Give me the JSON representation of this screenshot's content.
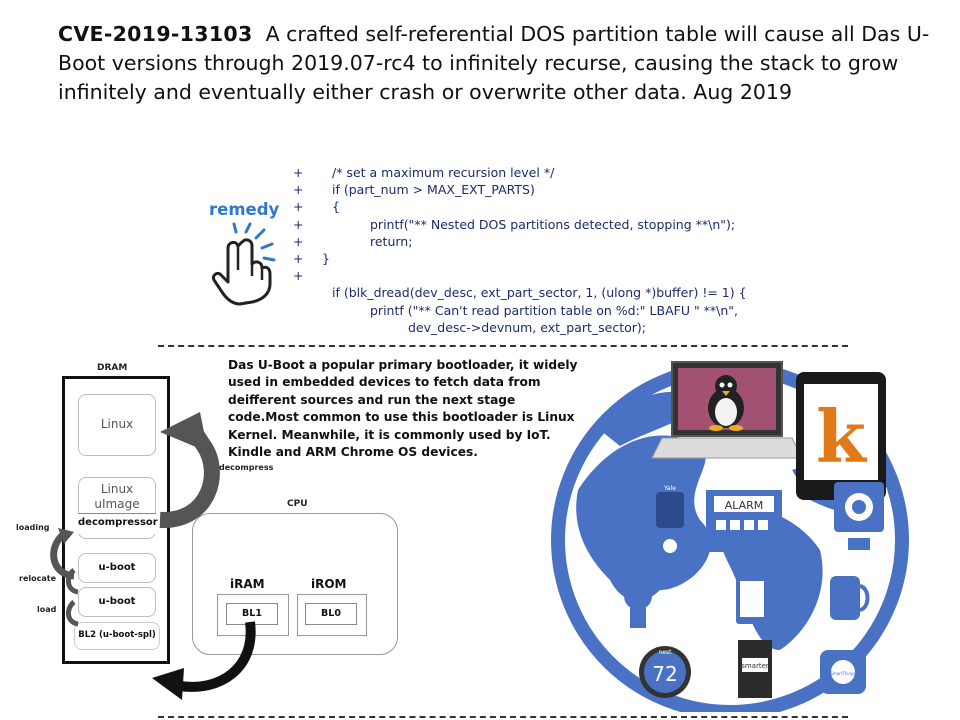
{
  "title": {
    "cve_id": "CVE-2019-13103",
    "text": "A crafted self-referential DOS partition table will cause all Das U-Boot versions through 2019.07-rc4 to infinitely recurse, causing the stack to grow infinitely and eventually either crash or overwrite other data. Aug 2019"
  },
  "remedy_label": "remedy",
  "code_lines": [
    {
      "plus": "+",
      "text": "/* set a maximum recursion level */"
    },
    {
      "plus": "+",
      "text": "if (part_num > MAX_EXT_PARTS)"
    },
    {
      "plus": "+",
      "text": "{"
    },
    {
      "plus": "+",
      "text": "printf(\"** Nested DOS partitions detected, stopping **\\n\");"
    },
    {
      "plus": "+",
      "text": "return;"
    },
    {
      "plus": "+",
      "text": "}"
    },
    {
      "plus": "+",
      "text": ""
    },
    {
      "plus": "",
      "text": "if (blk_dread(dev_desc, ext_part_sector, 1, (ulong *)buffer) != 1) {"
    },
    {
      "plus": "",
      "text": "printf (\"** Can't read partition table on %d:\" LBAFU \" **\\n\","
    },
    {
      "plus": "",
      "text": "dev_desc->devnum, ext_part_sector);"
    }
  ],
  "diagram": {
    "dram_label": "DRAM",
    "linux": "Linux",
    "linux_uimage_1": "Linux",
    "linux_uimage_2": "uImage",
    "decompressor": "decompressor",
    "uboot_1": "u-boot",
    "uboot_2": "u-boot",
    "bl2": "BL2 (u-boot-spl)",
    "decompress": "decompress",
    "loading": "loading",
    "relocate": "relocate",
    "load": "load",
    "cpu_label": "CPU",
    "iram": "iRAM",
    "irom": "iROM",
    "bl1": "BL1",
    "bl0": "BL0"
  },
  "description": "Das U-Boot a popular primary bootloader, it widely used in embedded devices to fetch data from deifferent sources and run the next stage code.Most common to use this bootloader is Linux Kernel. Meanwhile, it is commonly used by IoT. Kindle and ARM Chrome OS devices.",
  "devices": {
    "alarm": "ALARM",
    "kindle_letter": "k",
    "nest_label": "nest",
    "nest_temp": "72",
    "smarter": "smarter",
    "yale": "Yale",
    "smartthings": "SmartThings"
  },
  "colors": {
    "globe_blue": "#4a72c4",
    "remedy_blue": "#2f79c9",
    "code_navy": "#1d2b6b",
    "kindle_orange": "#e07a18"
  }
}
